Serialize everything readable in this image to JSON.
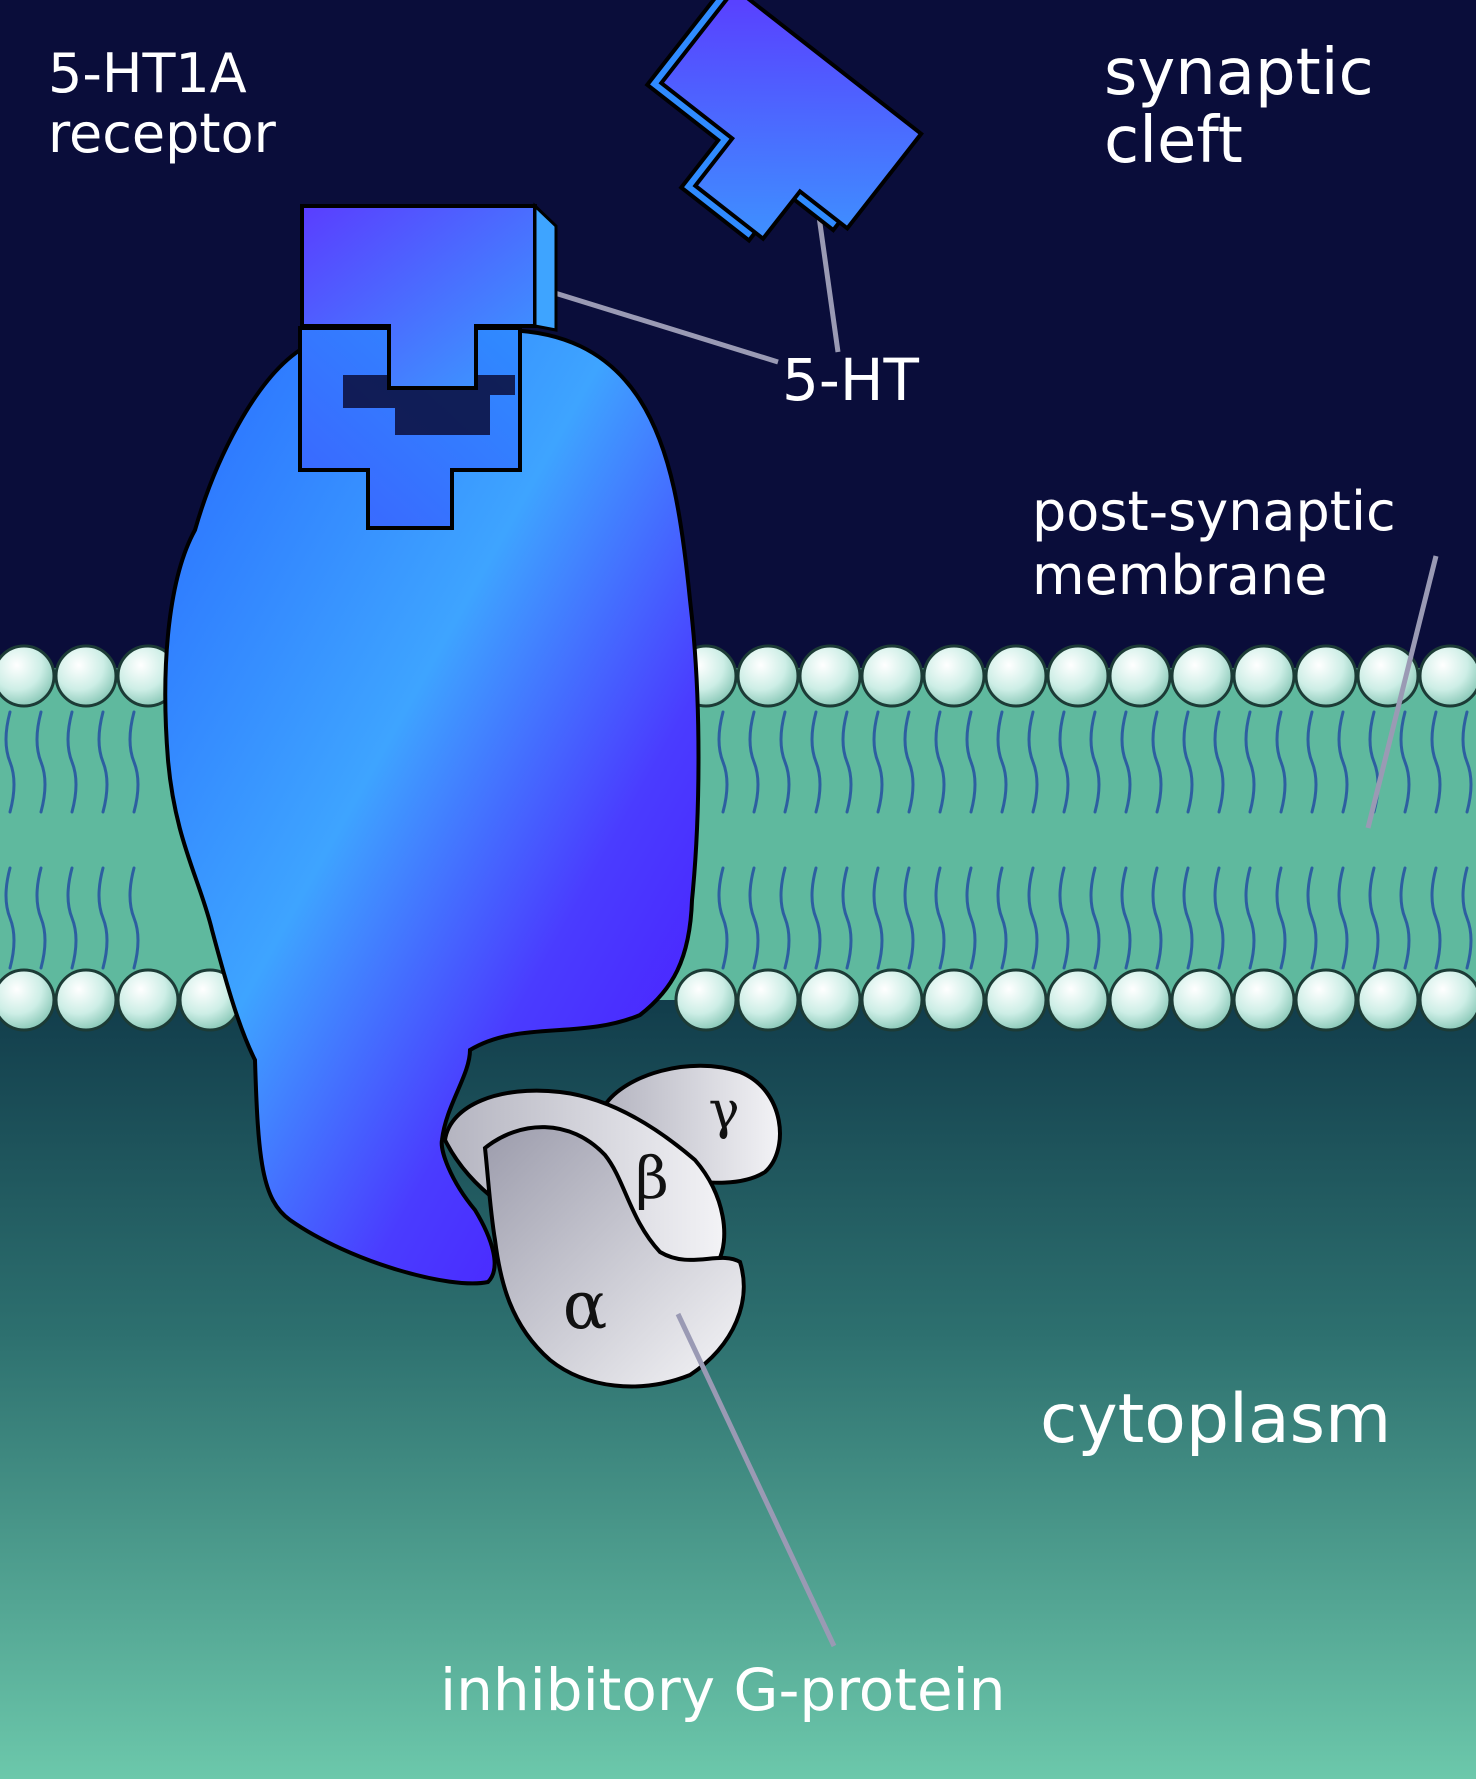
{
  "labels": {
    "receptor_line1": "5-HT1A",
    "receptor_line2": "receptor",
    "ligand": "5-HT",
    "synaptic_line1": "synaptic",
    "synaptic_line2": "cleft",
    "membrane_line1": "post-synaptic",
    "membrane_line2": "membrane",
    "cytoplasm": "cytoplasm",
    "gprotein": "inhibitory G-protein"
  },
  "subunits": {
    "alpha": "α",
    "beta": "β",
    "gamma": "γ"
  },
  "colors": {
    "cleft": "#0a0d3a",
    "cytoplasm_top": "#0f3848",
    "cytoplasm_bottom": "#6cc8ab",
    "membrane": "#5fb99e",
    "lipid_head": "#cdeee6",
    "lipid_tail": "#2d5fa0",
    "receptor_light": "#3ea4ff",
    "receptor_dark": "#4b23ff",
    "gprotein_light": "#f3f3f6",
    "gprotein_dark": "#a8a8b4",
    "leader_line": "#9a9ab4"
  }
}
